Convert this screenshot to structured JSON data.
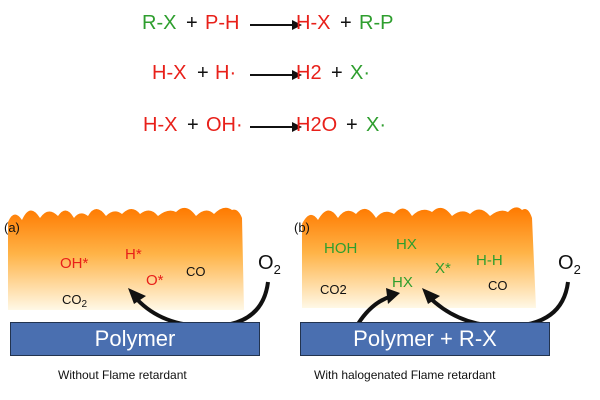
{
  "equations": [
    {
      "terms": [
        {
          "text": "R-X",
          "color": "green"
        },
        {
          "text": "+",
          "color": "black"
        },
        {
          "text": "P-H",
          "color": "red"
        },
        {
          "text": "H-X",
          "color": "red"
        },
        {
          "text": "+",
          "color": "black"
        },
        {
          "text": "R-P",
          "color": "green"
        }
      ]
    },
    {
      "terms": [
        {
          "text": "H-X",
          "color": "red"
        },
        {
          "text": "+",
          "color": "black"
        },
        {
          "text": "H·",
          "color": "red"
        },
        {
          "text": "H2",
          "color": "red"
        },
        {
          "text": "+",
          "color": "black"
        },
        {
          "text": "X·",
          "color": "green"
        }
      ]
    },
    {
      "terms": [
        {
          "text": "H-X",
          "color": "red"
        },
        {
          "text": "+",
          "color": "black"
        },
        {
          "text": "OH·",
          "color": "red"
        },
        {
          "text": "H2O",
          "color": "red"
        },
        {
          "text": "+",
          "color": "black"
        },
        {
          "text": "X·",
          "color": "green"
        }
      ]
    }
  ],
  "panel_a": {
    "tag": "(a)",
    "species": [
      "OH*",
      "H*",
      "O*",
      "CO",
      "CO",
      "2"
    ],
    "oxygen": "O",
    "oxygen_sub": "2",
    "bar_label": "Polymer",
    "caption": "Without Flame retardant"
  },
  "panel_b": {
    "tag": "(b)",
    "species": [
      "HOH",
      "HX",
      "H-H",
      "X*",
      "HX",
      "CO2",
      "CO"
    ],
    "oxygen": "O",
    "oxygen_sub": "2",
    "bar_label": "Polymer + R-X",
    "caption": "With halogenated Flame retardant"
  },
  "colors": {
    "green": "#2e9e2e",
    "red": "#e8201a",
    "black": "#111111",
    "polymer_bar": "#4a6fb0",
    "flame_top": "#ff8a00",
    "flame_bottom": "#fff6dc"
  }
}
